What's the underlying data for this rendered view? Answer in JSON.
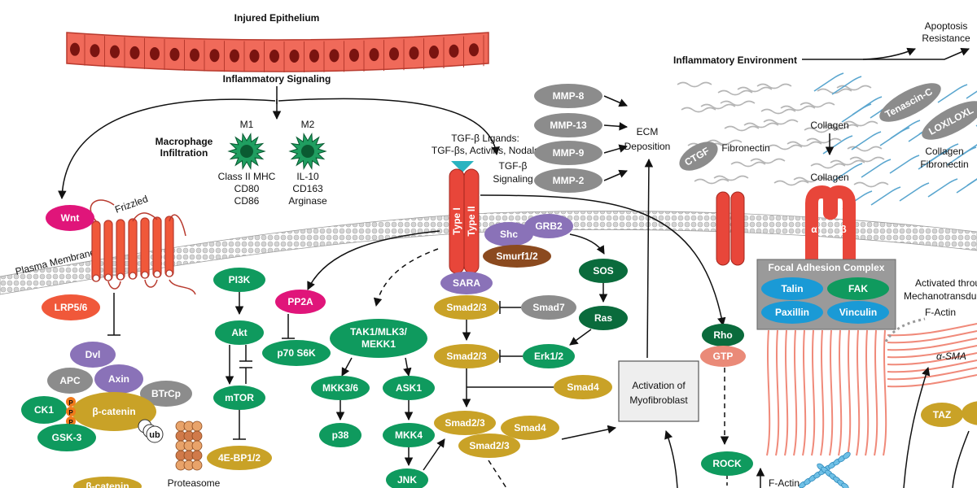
{
  "colors": {
    "green": "#0f9a5e",
    "dark_green": "#0a6b3c",
    "gold": "#c9a227",
    "purple": "#8a72b8",
    "gray": "#8c8c8c",
    "magenta": "#e0157a",
    "orange_red": "#f0583a",
    "brown": "#8b4a1f",
    "blue": "#1a9ad6",
    "red": "#e8463a",
    "membrane": "#cfcfcf"
  },
  "header": {
    "injured_epithelium": "Injured Epithelium",
    "inflammatory_signaling": "Inflammatory Signaling",
    "inflammatory_environment": "Inflammatory Environment",
    "apoptosis_resistance_1": "Apoptosis",
    "apoptosis_resistance_2": "Resistance"
  },
  "macrophage": {
    "title_1": "Macrophage",
    "title_2": "Infiltration",
    "m1": "M1",
    "m2": "M2",
    "m1_markers": [
      "Class II MHC",
      "CD80",
      "CD86"
    ],
    "m2_markers": [
      "IL-10",
      "CD163",
      "Arginase"
    ]
  },
  "membrane": {
    "plasma_membrane": "Plasma Membrane",
    "frizzled": "Frizzled"
  },
  "tgf": {
    "ligands_1": "TGF-β Ligands:",
    "ligands_2": "TGF-βs, Activins, Nodals",
    "signaling_1": "TGF-β",
    "signaling_2": "Signaling",
    "type1": "Type I",
    "type2": "Type II"
  },
  "ecm": {
    "deposition_1": "ECM",
    "deposition_2": "Deposition",
    "ctgf": "CTGF",
    "fibronectin": "Fibronectin",
    "collagen_top": "Collagen",
    "collagen_mid": "Collagen",
    "collagen_right": "Collagen",
    "fibronectin_right": "Fibronectin",
    "tenascin": "Tenascin-C",
    "lox": "LOX/LOXL"
  },
  "integrin": {
    "alpha": "α",
    "beta": "β"
  },
  "focal_adhesion": {
    "title": "Focal Adhesion Complex",
    "talin": "Talin",
    "fak": "FAK",
    "paxillin": "Paxillin",
    "vinculin": "Vinculin"
  },
  "mechano": {
    "line1": "Activated throu",
    "line2": "Mechanotransdu",
    "factin": "F-Actin",
    "alpha_sma": "α-SMA",
    "factin_bottom": "F-Actin"
  },
  "myofibroblast": {
    "line1": "Activation of",
    "line2": "Myofibroblast"
  },
  "nodes": {
    "wnt": "Wnt",
    "lrp": "LRP5/6",
    "dvl": "Dvl",
    "apc": "APC",
    "axin": "Axin",
    "btrcp": "BTrCp",
    "ck1": "CK1",
    "bcatenin": "β-catenin",
    "gsk3": "GSK-3",
    "ub": "ub",
    "proteasome": "Proteasome",
    "bcatenin_bottom": "β-catenin",
    "p": "P",
    "pi3k": "PI3K",
    "akt": "Akt",
    "mtor": "mTOR",
    "e4bp": "4E-BP1/2",
    "pp2a": "PP2A",
    "p70": "p70 S6K",
    "tak1_1": "TAK1/MLK3/",
    "tak1_2": "MEKK1",
    "mkk36": "MKK3/6",
    "ask1": "ASK1",
    "p38": "p38",
    "mkk4": "MKK4",
    "jnk": "JNK",
    "shc": "Shc",
    "grb2": "GRB2",
    "smurf": "Smurf1/2",
    "sara": "SARA",
    "smad23_a": "Smad2/3",
    "smad7": "Smad7",
    "smad23_b": "Smad2/3",
    "erk": "Erk1/2",
    "sos": "SOS",
    "ras": "Ras",
    "smad4_a": "Smad4",
    "smad23_c": "Smad2/3",
    "smad4_b": "Smad4",
    "smad23_d": "Smad2/3",
    "mmp8": "MMP-8",
    "mmp13": "MMP-13",
    "mmp9": "MMP-9",
    "mmp2": "MMP-2",
    "rho": "Rho",
    "gtp": "GTP",
    "rock": "ROCK",
    "taz": "TAZ"
  }
}
